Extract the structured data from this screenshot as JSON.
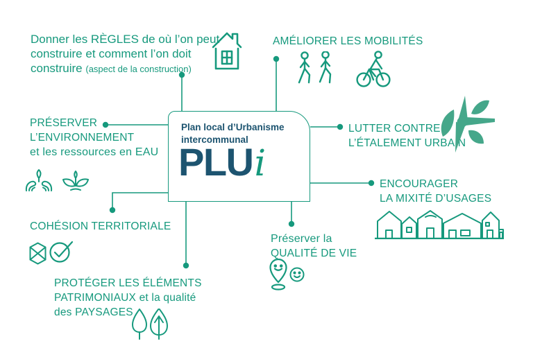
{
  "colors": {
    "teal": "#16997D",
    "teal-fill": "#45A78A",
    "navy": "#1D5470"
  },
  "center_box": {
    "title_line1": "Plan local d’Urbanisme",
    "title_line2": "intercommunal",
    "acronym": "PLU",
    "acronym_i": "i"
  },
  "labels": {
    "rules": {
      "line1": "Donner les RÈGLES de où l’on peut",
      "line2": "construire et comment l’on doit",
      "line3": "construire ",
      "line3_small": "(aspect de la construction)"
    },
    "mobility": {
      "line1": "AMÉLIORER LES MOBILITÉS"
    },
    "environment": {
      "line1": "PRÉSERVER",
      "line2": "L’ENVIRONNEMENT",
      "line3": "et les ressources en EAU"
    },
    "sprawl": {
      "line1": "LUTTER  CONTRE",
      "line2": "L’ÉTALEMENT URBAIN"
    },
    "mixity": {
      "line1": "ENCOURAGER",
      "line2": "LA MIXITÉ D’USAGES"
    },
    "cohesion": {
      "line1": "COHÉSION TERRITORIALE"
    },
    "heritage": {
      "line1": "PROTÉGER LES ÉLÉMENTS",
      "line2": "PATRIMONIAUX et la qualité",
      "line3": "des PAYSAGES"
    },
    "quality": {
      "line1": "Préserver la",
      "line2": "QUALITÉ DE VIE"
    }
  },
  "icons": [
    "house-icon",
    "pedestrians-icon",
    "cyclist-icon",
    "urban-sprawl-icon",
    "houses-row-icon",
    "hands-plant-icon",
    "sprout-icon",
    "territory-icon",
    "check-icon",
    "trees-icon",
    "location-pin-icon",
    "smiley-icon"
  ]
}
